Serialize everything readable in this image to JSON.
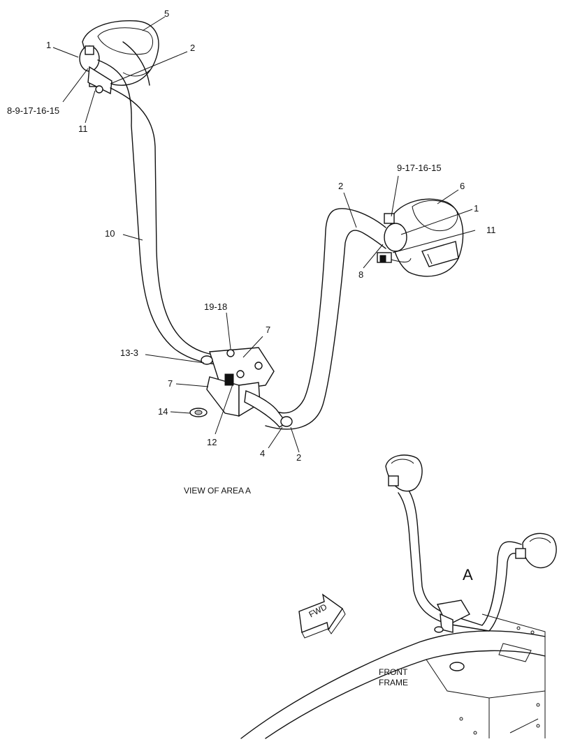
{
  "labels": {
    "p5": "5",
    "p1_top": "1",
    "p2_top": "2",
    "p8_top": "8-9-17-16-15",
    "p11_top": "11",
    "p10": "10",
    "p9_right": "9-17-16-15",
    "p6": "6",
    "p2_mid": "2",
    "p1_right": "1",
    "p11_right": "11",
    "p8_right": "8",
    "p19": "19-18",
    "p7_top": "7",
    "p13": "13-3",
    "p7_left": "7",
    "p14": "14",
    "p12": "12",
    "p4": "4",
    "p2_bottom": "2",
    "view": "VIEW OF AREA  A",
    "area_a": "A",
    "fwd": "FWD",
    "front_frame_1": "FRONT",
    "front_frame_2": "FRAME"
  }
}
